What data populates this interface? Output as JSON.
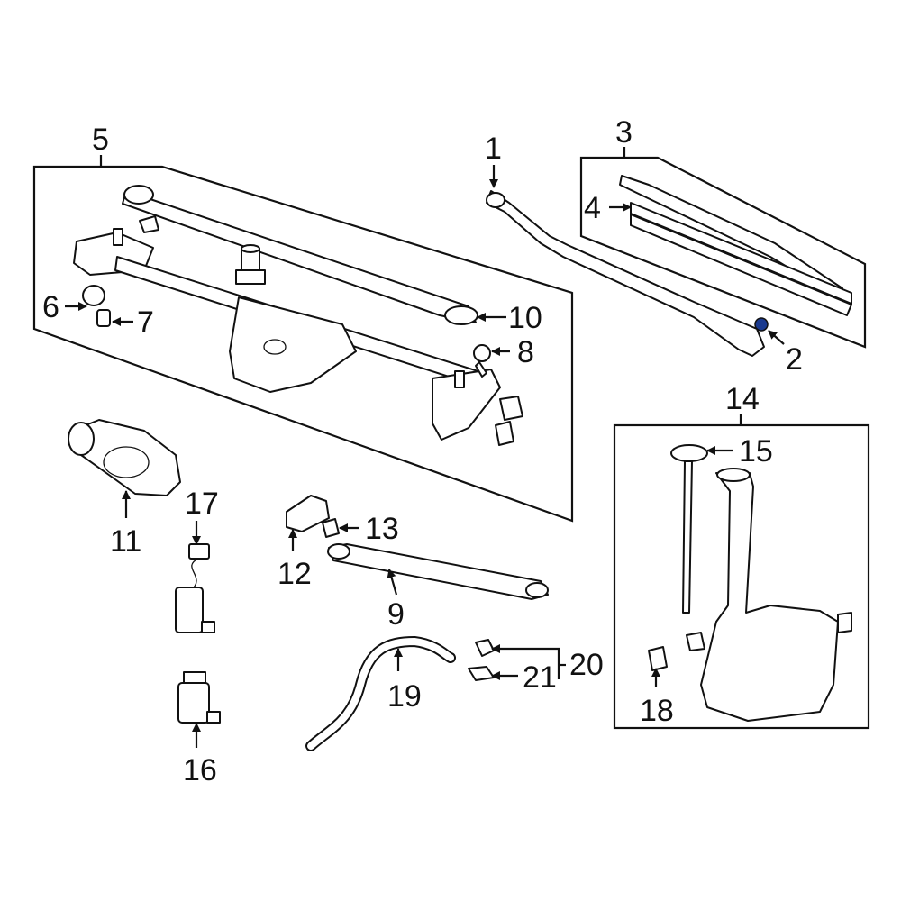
{
  "callouts": {
    "c1": "1",
    "c2": "2",
    "c3": "3",
    "c4": "4",
    "c5": "5",
    "c6": "6",
    "c7": "7",
    "c8": "8",
    "c9": "9",
    "c10": "10",
    "c11": "11",
    "c12": "12",
    "c13": "13",
    "c14": "14",
    "c15": "15",
    "c16": "16",
    "c17": "17",
    "c18": "18",
    "c19": "19",
    "c20": "20",
    "c21": "21"
  },
  "colors": {
    "line": "#111111",
    "highlight": "#1a3a8f",
    "background": "#ffffff"
  }
}
